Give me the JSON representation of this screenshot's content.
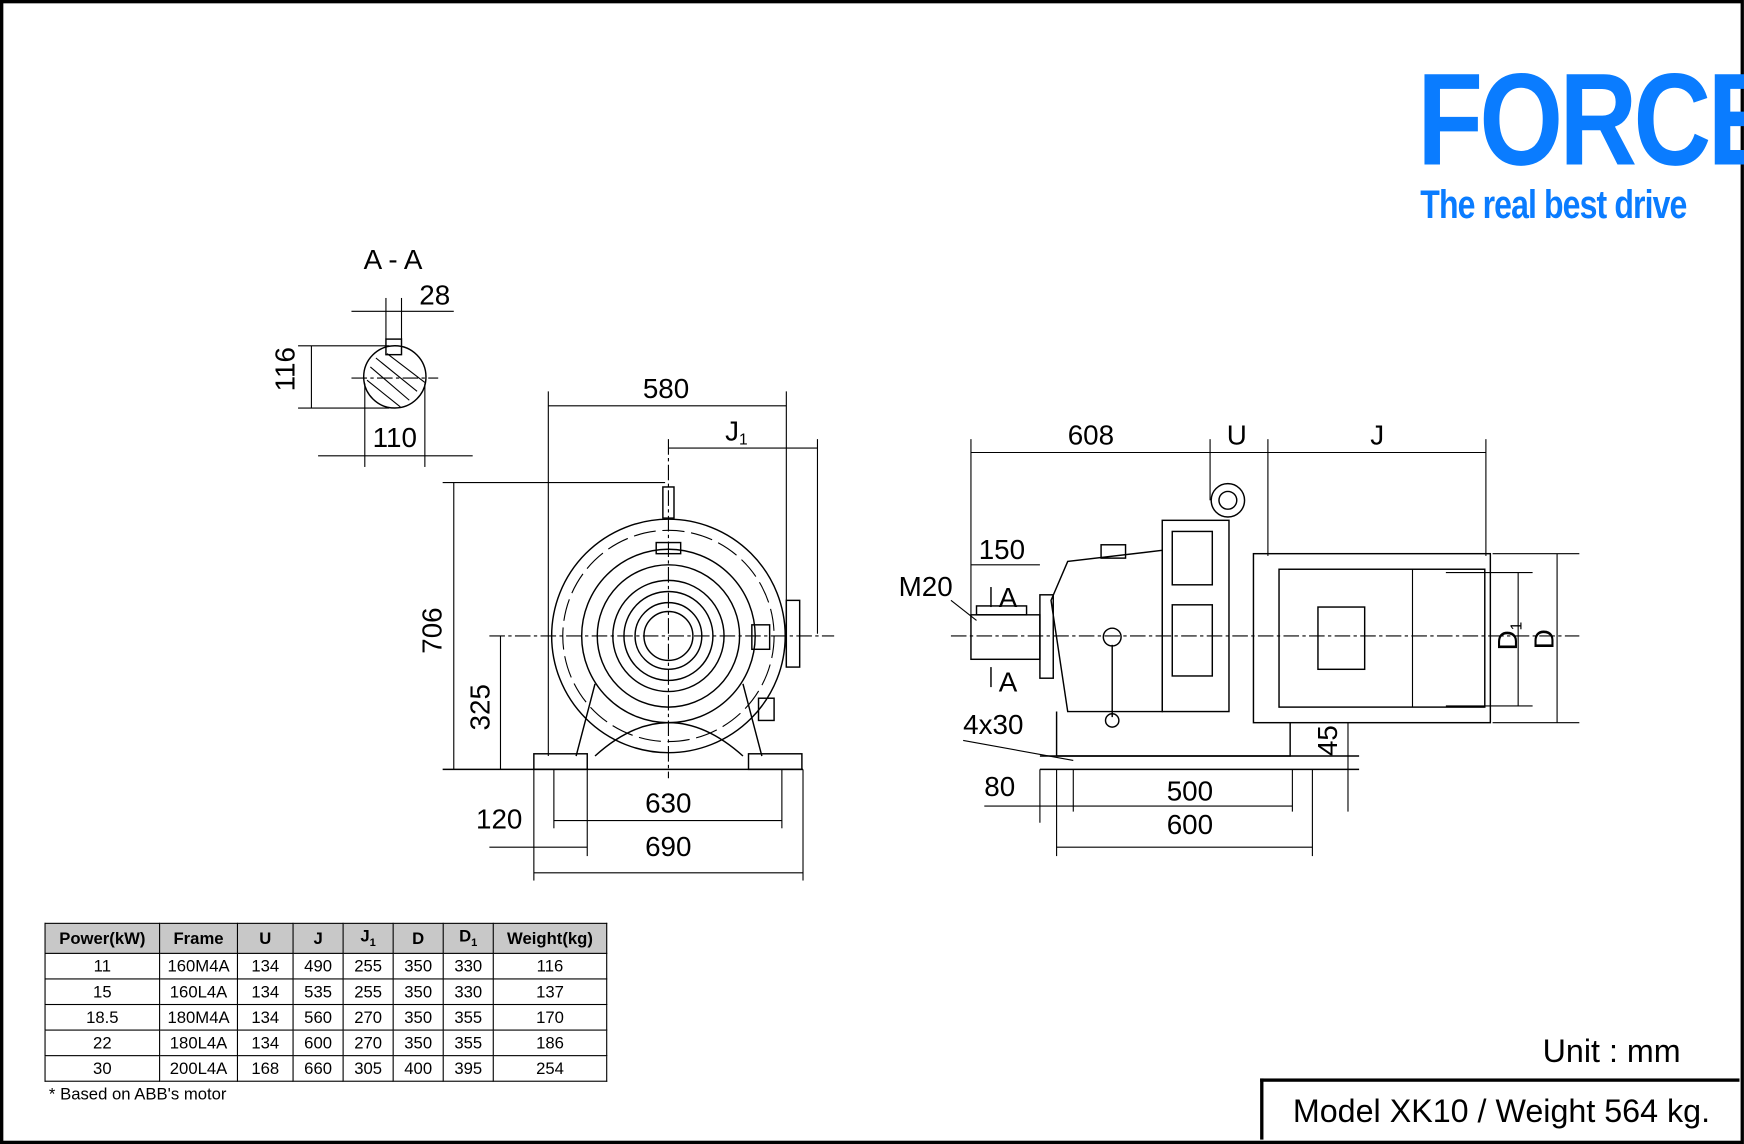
{
  "logo": {
    "brand": "FORCE",
    "tagline": "The real best drive",
    "color": "#0a7cff"
  },
  "section": {
    "title": "A - A",
    "key_width": "28",
    "height": "116",
    "diameter": "110"
  },
  "front_view": {
    "width": "580",
    "j1": "J",
    "j1_sub": "1",
    "height": "706",
    "center_height": "325",
    "foot_span": "630",
    "foot_width": "120",
    "base_width": "690"
  },
  "side_view": {
    "input_length": "608",
    "u": "U",
    "j": "J",
    "shaft": "150",
    "thread": "M20",
    "section_mark": "A",
    "bolt": "4x30",
    "base_thickness": "45",
    "offset": "80",
    "bolt_span": "500",
    "base_length": "600",
    "d1": "D",
    "d1_sub": "1",
    "d": "D"
  },
  "table": {
    "headers": [
      "Power(kW)",
      "Frame",
      "U",
      "J",
      "J1",
      "D",
      "D1",
      "Weight(kg)"
    ],
    "rows": [
      [
        "11",
        "160M4A",
        "134",
        "490",
        "255",
        "350",
        "330",
        "116"
      ],
      [
        "15",
        "160L4A",
        "134",
        "535",
        "255",
        "350",
        "330",
        "137"
      ],
      [
        "18.5",
        "180M4A",
        "134",
        "560",
        "270",
        "350",
        "355",
        "170"
      ],
      [
        "22",
        "180L4A",
        "134",
        "600",
        "270",
        "350",
        "355",
        "186"
      ],
      [
        "30",
        "200L4A",
        "168",
        "660",
        "305",
        "400",
        "395",
        "254"
      ]
    ],
    "note": "* Based on ABB's motor"
  },
  "unit": "Unit : mm",
  "model": "Model XK10 / Weight 564 kg."
}
